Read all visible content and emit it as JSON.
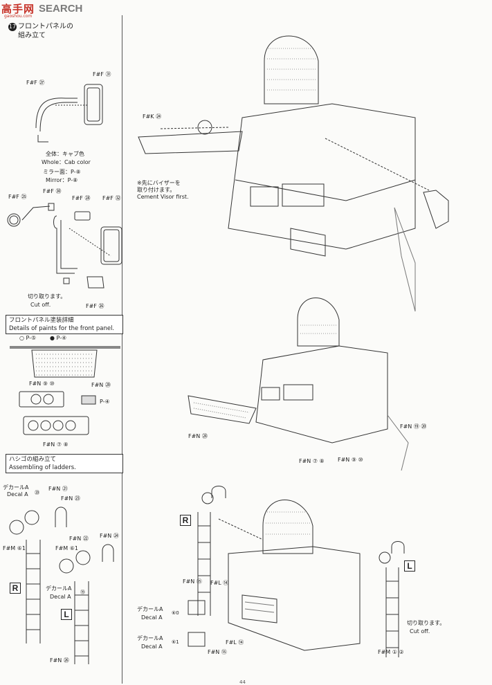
{
  "header": {
    "logo": "高手网",
    "logo_sub": "gaoshou.com",
    "search": "SEARCH"
  },
  "step": {
    "number": "17",
    "title_line1": "フロントパネルの",
    "title_line2": "組み立て"
  },
  "left_labels": {
    "ff27": "F#F ㉗",
    "ff31": "F#F ㉛",
    "paint_body": "全体：キャブ色",
    "paint_body_en": "Whole：Cab color",
    "paint_mirror": "ミラー面：P-⑧",
    "paint_mirror_en": "Mirror：P-⑧",
    "ff25": "F#F ㉕",
    "ff30": "F#F ㉚",
    "ff28": "F#F ㉘",
    "ff32": "F#F ㉜",
    "cut_jp": "切り取ります。",
    "cut_en": "Cut off.",
    "ff26": "F#F ㉖"
  },
  "paint_box": {
    "jp": "フロントパネル塗装詳細",
    "en": "Details of paints for the front panel.",
    "open": "○ P-⑤",
    "filled": "● P-④"
  },
  "paint_parts": {
    "fn910": "F#N ⑨ ⑩",
    "fn29": "F#N ㉙",
    "p4": "P-④",
    "fn78": "F#N ⑦ ⑧"
  },
  "ladder_box": {
    "jp": "ハシゴの組み立て",
    "en": "Assembling of ladders."
  },
  "ladder_labels": {
    "decal_jp": "デカールA",
    "decal_en": "Decal A",
    "d20": "⑳",
    "fn21": "F#N ㉑",
    "fn23": "F#N ㉓",
    "fm61": "F#M ⑥1",
    "fn22": "F#N ㉒",
    "fm61b": "F#M ⑥1",
    "fn24": "F#N ㉔",
    "d19": "⑲",
    "R": "R",
    "L": "L",
    "fn26": "F#N ㉖"
  },
  "main_labels": {
    "fk24": "F#K ㉔",
    "visor_jp1": "※先にバイザーを",
    "visor_jp2": "取り付けます。",
    "visor_en": "Cement Visor first.",
    "fn28": "F#N ㉘",
    "fn1920": "F#N ⑲ ⑳",
    "fn78": "F#N ⑦ ⑧",
    "fn910": "F#N ⑨ ⑩",
    "R": "R",
    "L": "L",
    "fn15a": "F#N ⑮",
    "fl14a": "F#L ⑭",
    "fn15b": "F#N ⑮",
    "fl14b": "F#L ⑭",
    "decal_jp": "デカールA",
    "decal_en": "Decal A",
    "d60": "⑥0",
    "d61": "⑥1",
    "cut_jp": "切り取ります。",
    "cut_en": "Cut off.",
    "fm12": "F#M ① ②"
  },
  "page_number": "44"
}
